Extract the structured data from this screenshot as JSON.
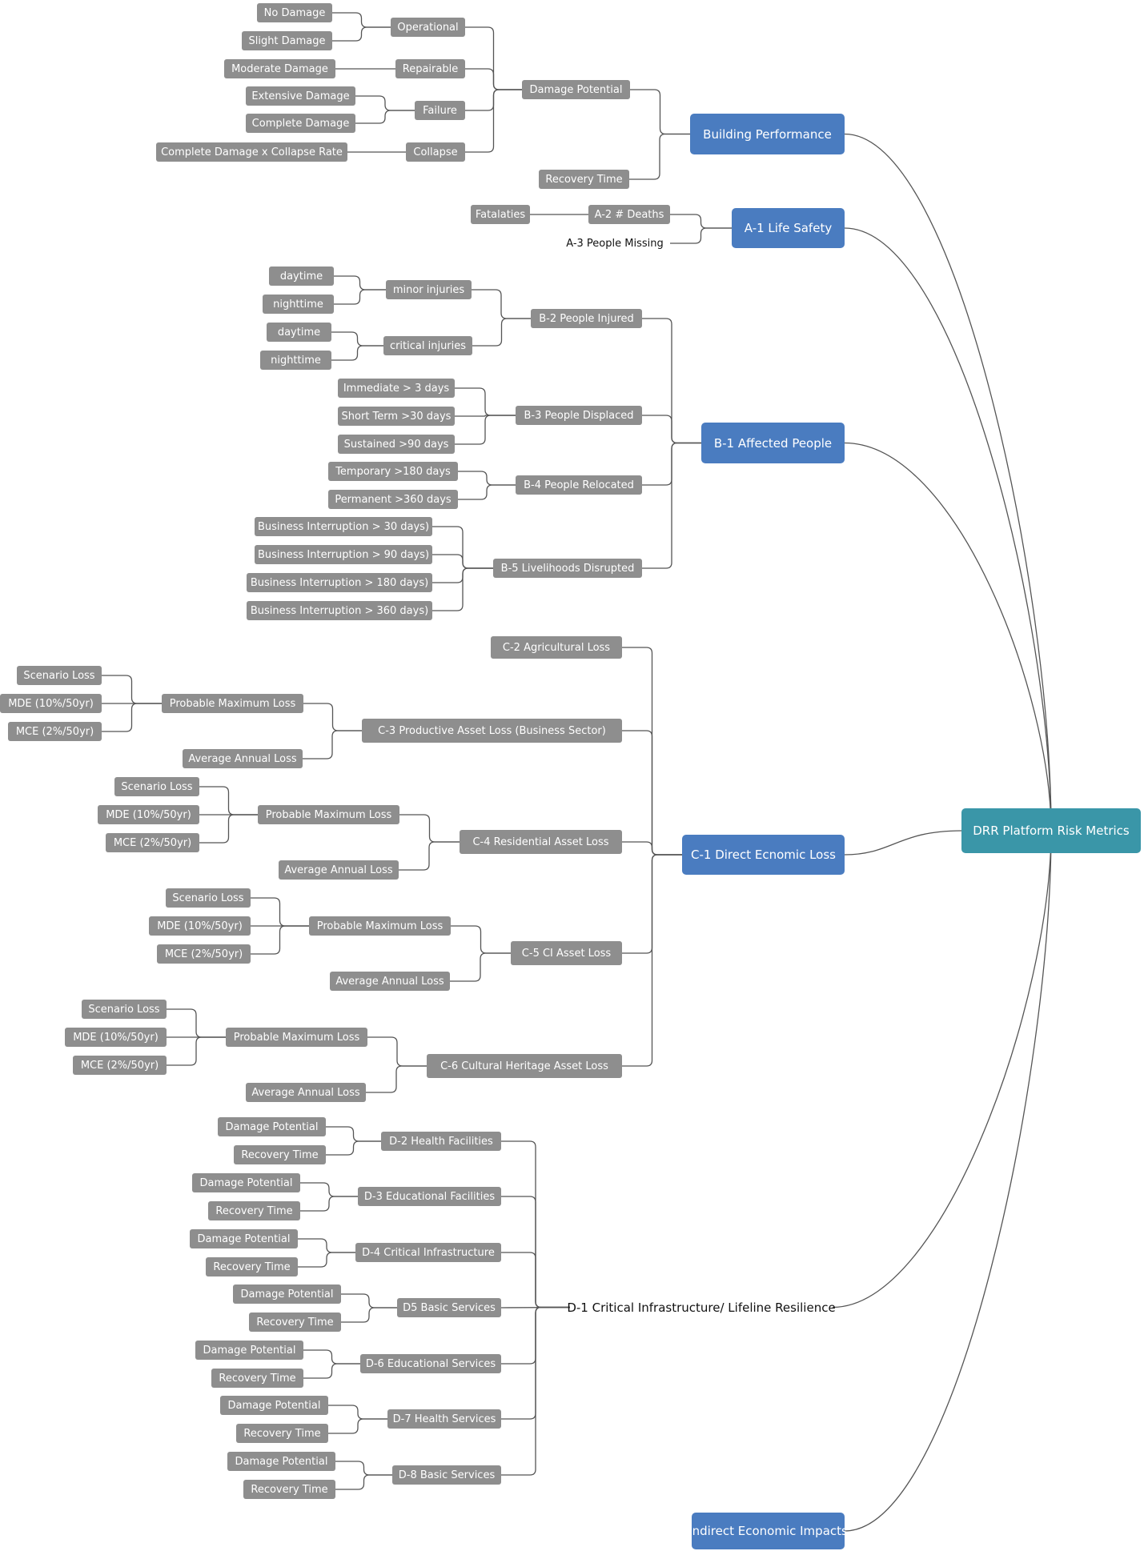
{
  "root": "DRR Platform Risk Metrics",
  "building": {
    "title": "Building Performance",
    "damage_potential": "Damage Potential",
    "recovery_time": "Recovery Time",
    "operational": "Operational",
    "repairable": "Repairable",
    "failure": "Failure",
    "collapse": "Collapse",
    "no_damage": "No Damage",
    "slight_damage": "Slight Damage",
    "moderate_damage": "Moderate Damage",
    "extensive_damage": "Extensive Damage",
    "complete_damage": "Complete Damage",
    "complete_collapse": "Complete Damage x Collapse Rate"
  },
  "life_safety": {
    "title": "A-1 Life Safety",
    "deaths": "A-2 # Deaths",
    "fatalities": "Fatalaties",
    "missing": "A-3 People Missing"
  },
  "affected": {
    "title": "B-1  Affected People",
    "injured": "B-2 People Injured",
    "minor": "minor injuries",
    "critical": "critical injuries",
    "daytime": "daytime",
    "nighttime": "nighttime",
    "displaced": "B-3 People Displaced",
    "immediate": "Immediate  > 3 days",
    "short_term": "Short Term >30 days",
    "sustained": "Sustained  >90 days",
    "relocated": "B-4 People Relocated",
    "temporary": "Temporary  >180 days",
    "permanent": "Permanent  >360 days",
    "livelihoods": "B-5 Livelihoods Disrupted",
    "bi30": "Business Interruption > 30 days)",
    "bi90": "Business Interruption > 90 days)",
    "bi180": "Business Interruption > 180 days)",
    "bi360": "Business Interruption > 360 days)"
  },
  "economic": {
    "title": "C-1 Direct Ecnomic Loss",
    "agri": "C-2 Agricultural Loss",
    "productive": "C-3 Productive Asset Loss  (Business Sector)",
    "residential": "C-4  Residential Asset Loss",
    "ci": "C-5 CI Asset Loss",
    "heritage": "C-6 Cultural Heritage Asset Loss",
    "pml": "Probable Maximum Loss",
    "aal": "Average Annual Loss",
    "scenario": "Scenario Loss",
    "mde": "MDE (10%/50yr)",
    "mce": "MCE (2%/50yr)"
  },
  "infra": {
    "title": "D-1 Critical Infrastructure/ Lifeline Resilience",
    "d2": "D-2 Health Facilities",
    "d3": "D-3 Educational Facilities",
    "d4": "D-4 Critical Infrastructure",
    "d5": "D5 Basic Services",
    "d6": "D-6 Educational Services",
    "d7": "D-7 Health Services",
    "d8": "D-8 Basic Services",
    "damage": "Damage Potential",
    "recovery": "Recovery Time"
  },
  "indirect": "Indirect Economic Impacts",
  "colors": {
    "grey_node": "#8e8e8e",
    "blue_node": "#4a7cc0",
    "root_node": "#3a96a8",
    "connector": "#555555"
  }
}
